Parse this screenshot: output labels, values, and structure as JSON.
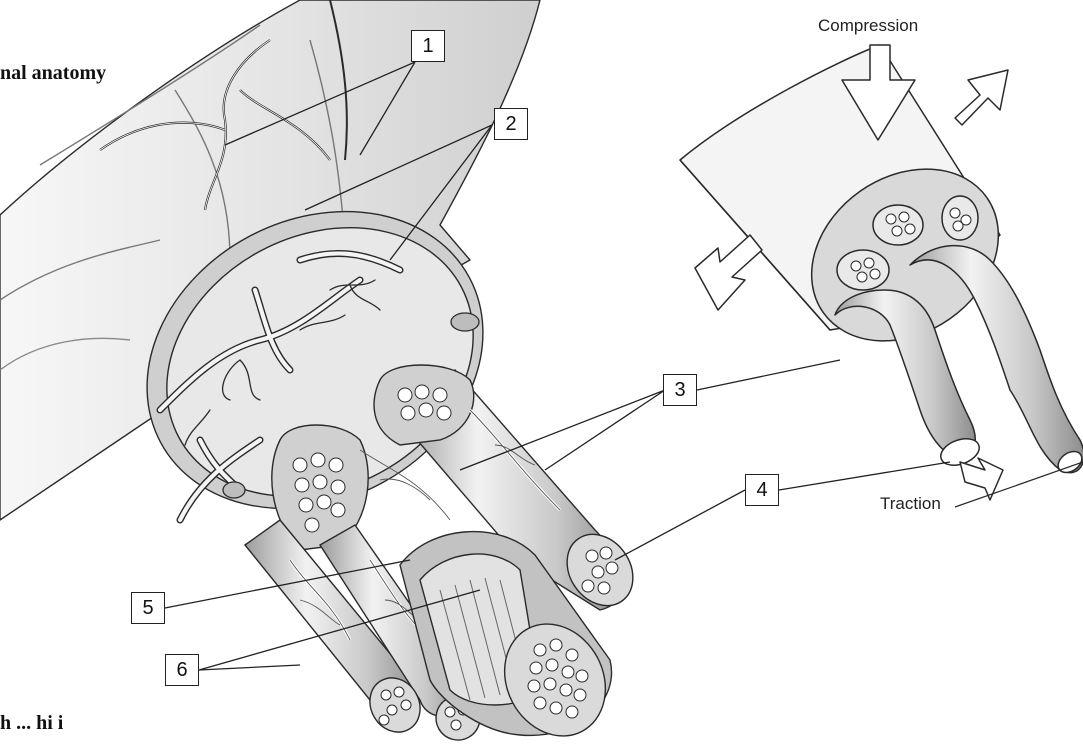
{
  "headings": {
    "top_left": "nal anatomy",
    "bottom_left": "h     ...  hi  i"
  },
  "force_labels": {
    "compression": "Compression",
    "traction": "Traction"
  },
  "callouts": [
    "1",
    "2",
    "3",
    "4",
    "5",
    "6"
  ],
  "colors": {
    "tissue_light": "#ececec",
    "tissue_mid": "#d4d4d4",
    "tissue_dark": "#a9a9a9",
    "outline": "#2a2a2a",
    "vessel": "#f7f7f7"
  }
}
